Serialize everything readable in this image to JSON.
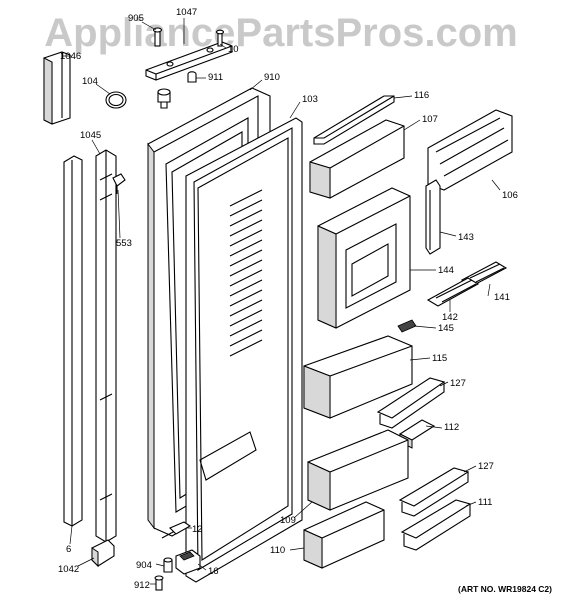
{
  "watermark": "AppliancePartsPros.com",
  "art_number": "(ART NO. WR19824 C2)",
  "part_labels": [
    {
      "id": "905",
      "text": "905"
    },
    {
      "id": "1047",
      "text": "1047"
    },
    {
      "id": "1046",
      "text": "1046"
    },
    {
      "id": "10",
      "text": "10"
    },
    {
      "id": "104",
      "text": "104"
    },
    {
      "id": "911",
      "text": "911"
    },
    {
      "id": "910",
      "text": "910"
    },
    {
      "id": "103",
      "text": "103"
    },
    {
      "id": "116",
      "text": "116"
    },
    {
      "id": "107",
      "text": "107"
    },
    {
      "id": "1045",
      "text": "1045"
    },
    {
      "id": "106",
      "text": "106"
    },
    {
      "id": "553",
      "text": "553"
    },
    {
      "id": "143",
      "text": "143"
    },
    {
      "id": "144",
      "text": "144"
    },
    {
      "id": "141",
      "text": "141"
    },
    {
      "id": "142",
      "text": "142"
    },
    {
      "id": "145",
      "text": "145"
    },
    {
      "id": "115",
      "text": "115"
    },
    {
      "id": "127a",
      "text": "127"
    },
    {
      "id": "112",
      "text": "112"
    },
    {
      "id": "127b",
      "text": "127"
    },
    {
      "id": "111",
      "text": "111"
    },
    {
      "id": "109",
      "text": "109"
    },
    {
      "id": "12",
      "text": "12"
    },
    {
      "id": "6",
      "text": "6"
    },
    {
      "id": "1042",
      "text": "1042"
    },
    {
      "id": "904",
      "text": "904"
    },
    {
      "id": "16",
      "text": "16"
    },
    {
      "id": "110",
      "text": "110"
    },
    {
      "id": "912",
      "text": "912"
    }
  ]
}
